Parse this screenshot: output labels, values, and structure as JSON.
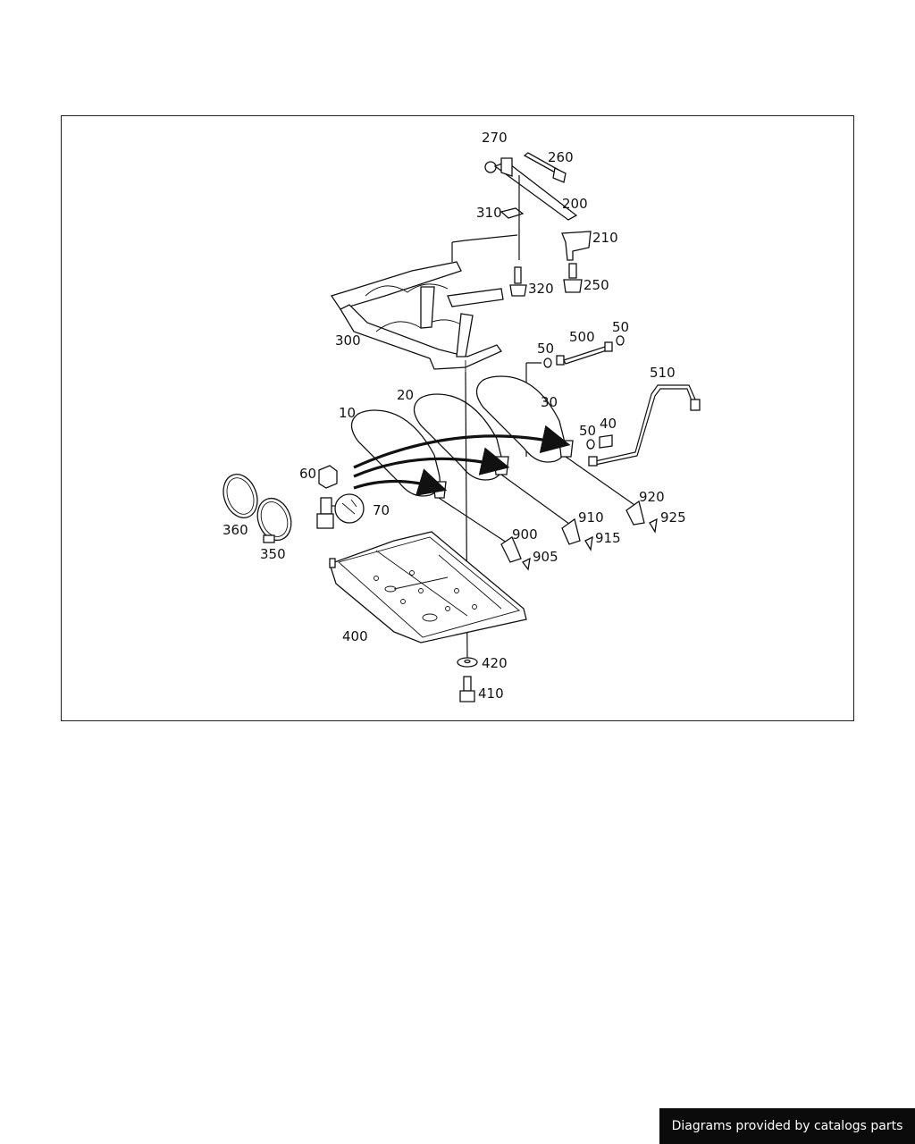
{
  "diagram": {
    "labels": {
      "l270": "270",
      "l260": "260",
      "l200": "200",
      "l310": "310",
      "l210": "210",
      "l320": "320",
      "l250": "250",
      "l300": "300",
      "l500": "500",
      "l50a": "50",
      "l50b": "50",
      "l510": "510",
      "l20": "20",
      "l30": "30",
      "l10": "10",
      "l50c": "50",
      "l40": "40",
      "l60": "60",
      "l70": "70",
      "l920": "920",
      "l925": "925",
      "l910": "910",
      "l915": "915",
      "l360": "360",
      "l350": "350",
      "l900": "900",
      "l905": "905",
      "l400": "400",
      "l420": "420",
      "l410": "410"
    }
  },
  "footer": {
    "credit": "Diagrams provided by catalogs parts"
  }
}
